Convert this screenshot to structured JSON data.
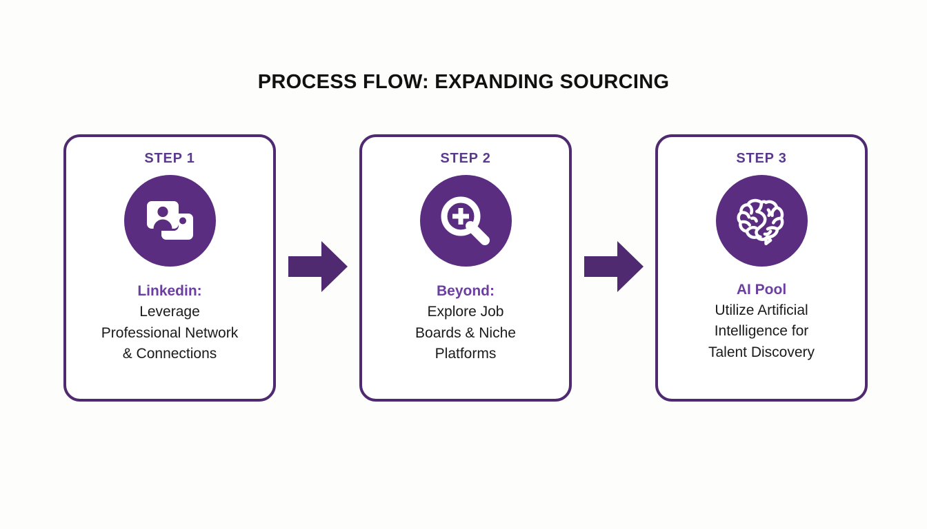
{
  "title": "PROCESS FLOW: EXPANDING SOURCING",
  "colors": {
    "background": "#fdfdfc",
    "card_border": "#4f2a70",
    "icon_circle": "#5b2d80",
    "step_label": "#5b3a8e",
    "heading": "#6b3fa0",
    "body_text": "#1a1a1a",
    "arrow": "#4f2a70",
    "title_text": "#111111"
  },
  "steps": [
    {
      "step_label": "STEP 1",
      "icon": "contact-cards-icon",
      "heading": "Linkedin:",
      "body_lines": [
        "Leverage",
        "Professional Network",
        "& Connections"
      ],
      "body": "Leverage Professional Network & Connections"
    },
    {
      "step_label": "STEP 2",
      "icon": "magnifier-plus-icon",
      "heading": "Beyond:",
      "body_lines": [
        "Explore Job",
        "Boards & Niche",
        "Platforms"
      ],
      "body": "Explore Job Boards & Niche Platforms"
    },
    {
      "step_label": "STEP 3",
      "icon": "brain-icon",
      "heading": "AI Pool",
      "body_lines": [
        "Utilize Artificial",
        "Intelligence for",
        "Talent Discovery"
      ],
      "body": "Utilize Artificial Intelligence for Talent Discovery"
    }
  ],
  "arrows": [
    {
      "name": "arrow-step1-to-step2",
      "direction": "right"
    },
    {
      "name": "arrow-step2-to-step3",
      "direction": "right"
    }
  ]
}
